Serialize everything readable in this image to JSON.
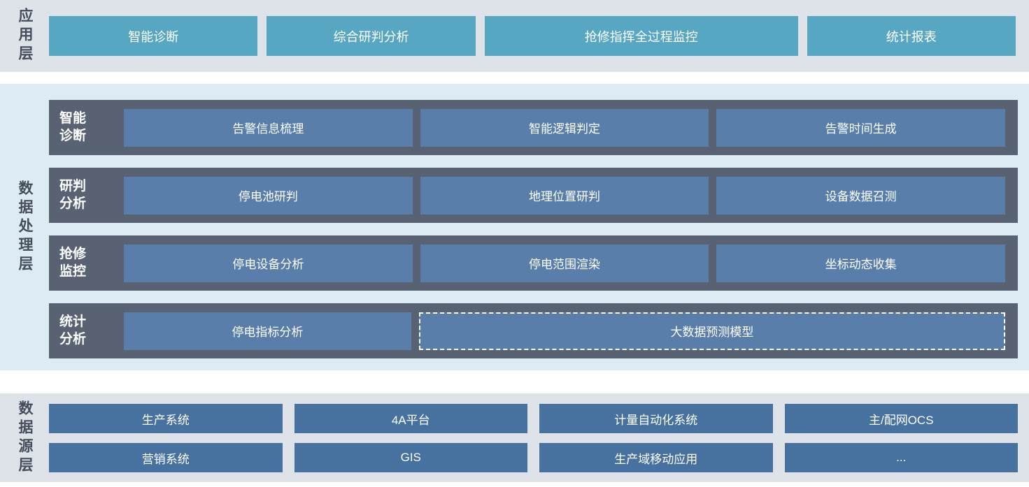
{
  "colors": {
    "band_background": "#dee3ea",
    "panel_background": "#ddecf4",
    "app_button": "#57a6c2",
    "row_background": "#596273",
    "process_box": "#587ea9",
    "source_box": "#47719f",
    "layer_label_text": "#454c5a",
    "box_text": "#ffffff"
  },
  "app_layer": {
    "label": "应用层",
    "items": [
      "智能诊断",
      "综合研判分析",
      "抢修指挥全过程监控",
      "统计报表"
    ]
  },
  "processing_layer": {
    "label": "数据处理层",
    "rows": [
      {
        "label": "智能诊断",
        "items": [
          "告警信息梳理",
          "智能逻辑判定",
          "告警时间生成"
        ]
      },
      {
        "label": "研判分析",
        "items": [
          "停电池研判",
          "地理位置研判",
          "设备数据召测"
        ]
      },
      {
        "label": "抢修监控",
        "items": [
          "停电设备分析",
          "停电范围渲染",
          "坐标动态收集"
        ]
      },
      {
        "label": "统计分析",
        "items": [
          "停电指标分析",
          "大数据预测模型"
        ]
      }
    ]
  },
  "source_layer": {
    "label": "数据源层",
    "rows": [
      [
        "生产系统",
        "4A平台",
        "计量自动化系统",
        "主/配网OCS"
      ],
      [
        "营销系统",
        "GIS",
        "生产域移动应用",
        "..."
      ]
    ]
  }
}
